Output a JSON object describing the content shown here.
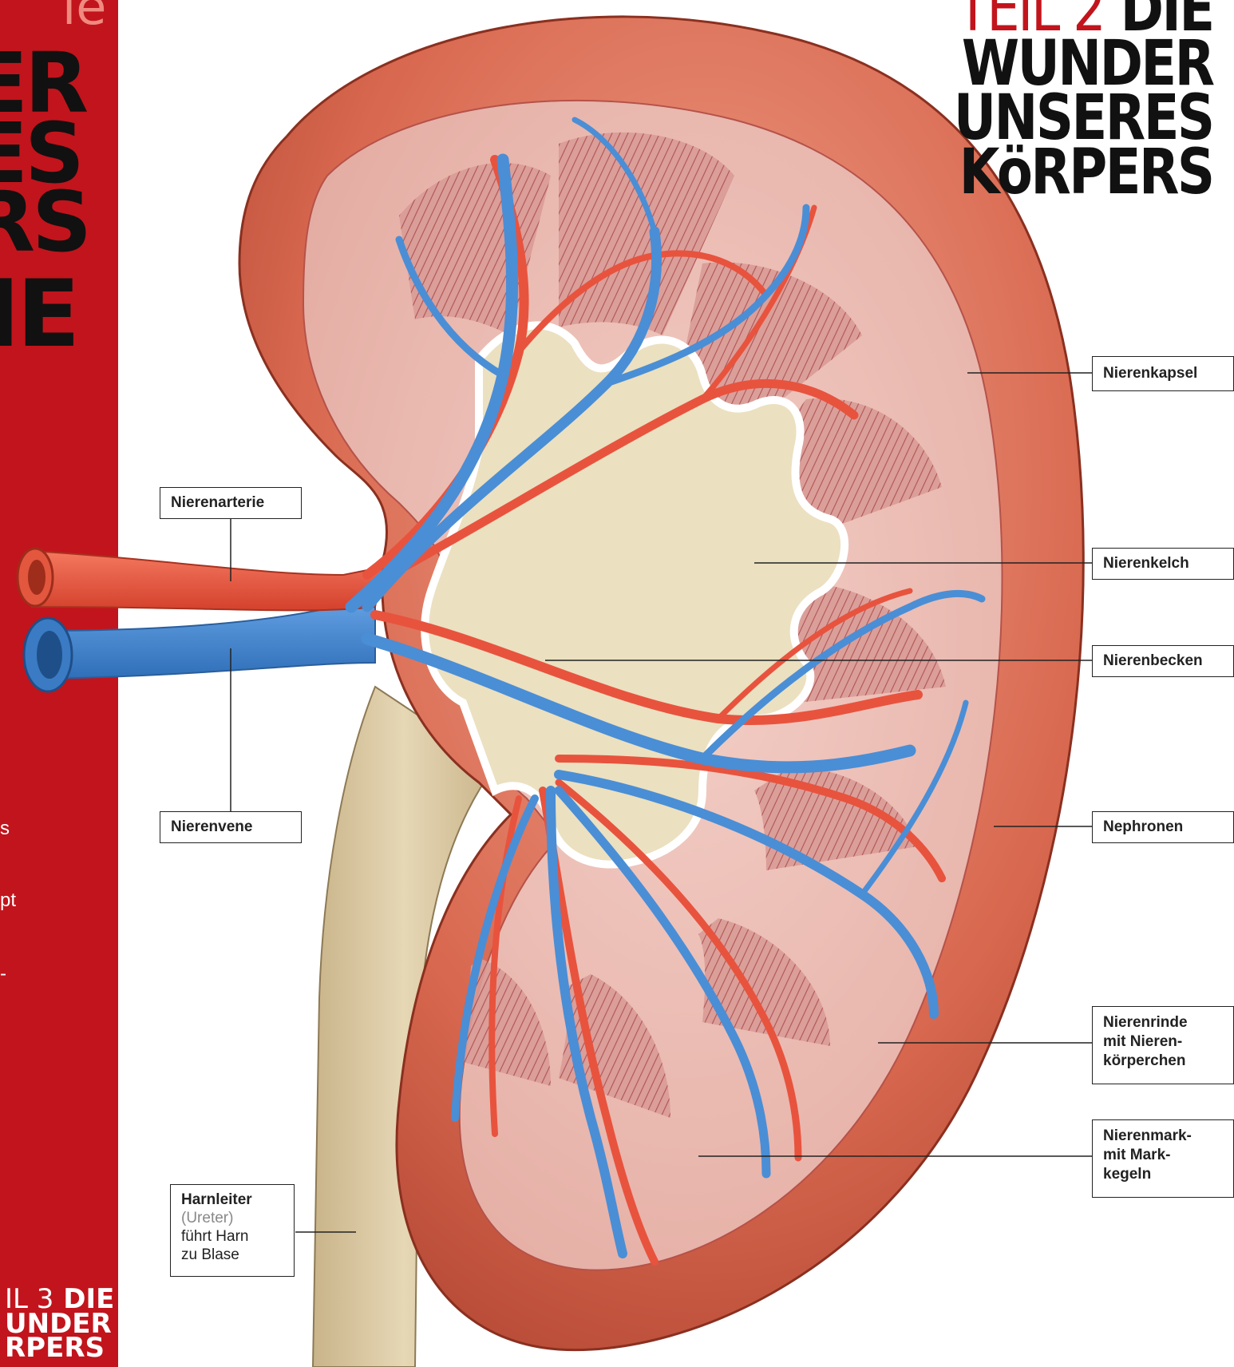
{
  "sidebar": {
    "top_fragment": "ie",
    "big_fragments": [
      "ER",
      "ES",
      "RS",
      "IE"
    ],
    "text_fragments": [
      "s",
      "pt",
      "-"
    ],
    "footer": {
      "teil": "IL 3",
      "line1": "DIE",
      "line2": "UNDER",
      "line3": "RPERS"
    }
  },
  "title": {
    "teil": "TEIL 2",
    "die": "DIE",
    "line2": "WUNDER",
    "line3": "UNSERES",
    "line4": "KöRPERS"
  },
  "labels": {
    "nierenkapsel": "Nierenkapsel",
    "nierenarterie": "Nierenarterie",
    "nierenkelch": "Nierenkelch",
    "nierenbecken": "Nierenbecken",
    "nierenvene": "Nierenvene",
    "nephronen": "Nephronen",
    "nierenrinde": [
      "Nierenrinde",
      "mit Nieren-",
      "körperchen"
    ],
    "nierenmark": [
      "Nierenmark-",
      "mit Mark-",
      "kegeln"
    ],
    "harnleiter": {
      "title": "Harnleiter",
      "latin": "(Ureter)",
      "desc": [
        "führt Harn",
        "zu Blase"
      ]
    }
  },
  "colors": {
    "sidebar_red": "#c2141c",
    "capsule": "#c4553f",
    "cortex": "#e8b7ae",
    "pelvis": "#e8dcba",
    "artery": "#e8533e",
    "vein": "#4a8ed6",
    "ureter": "#dcc9a3"
  }
}
